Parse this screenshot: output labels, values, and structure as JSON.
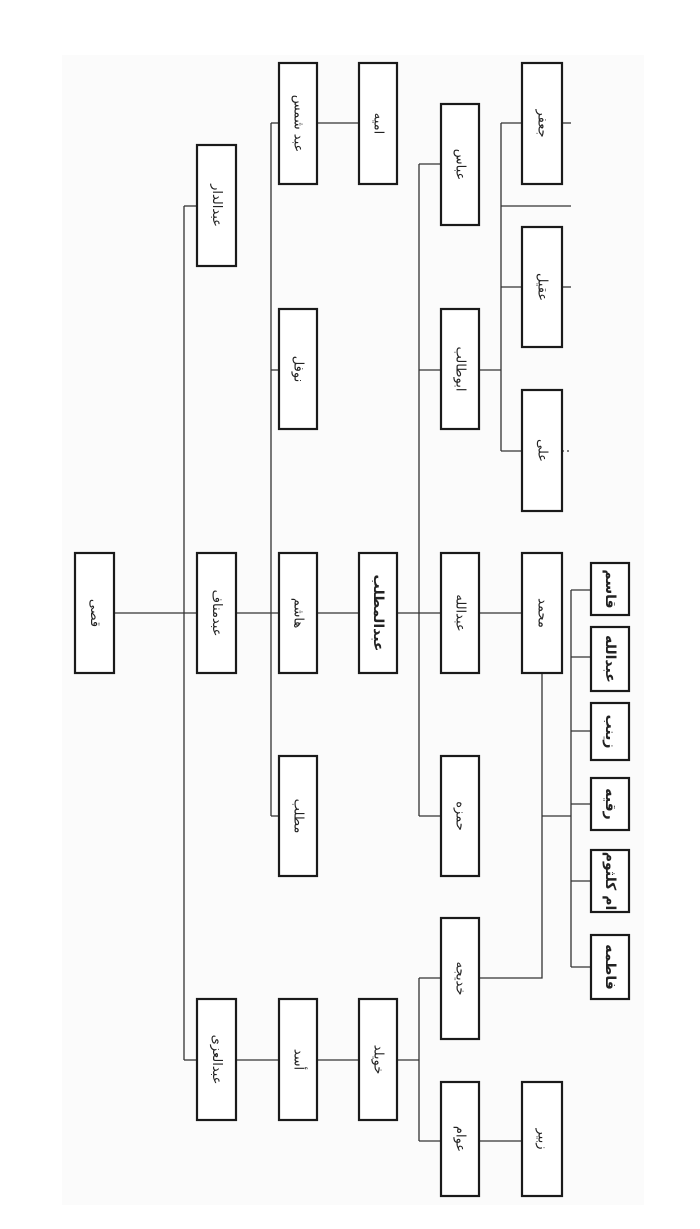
{
  "diagram": {
    "type": "family-tree",
    "nodes": [
      {
        "id": "qusay",
        "name": "قصی",
        "parent": null
      },
      {
        "id": "abdaldar",
        "name": "عبدالدار",
        "parent": "qusay"
      },
      {
        "id": "abdmanaf",
        "name": "عبدمناف",
        "parent": "qusay"
      },
      {
        "id": "abdaluzza",
        "name": "عبدالعزی",
        "parent": "qusay"
      },
      {
        "id": "abdshams",
        "name": "عبد شمس",
        "parent": "abdmanaf"
      },
      {
        "id": "nawfal",
        "name": "نوفل",
        "parent": "abdmanaf"
      },
      {
        "id": "hashim",
        "name": "هاشم",
        "parent": "abdmanaf"
      },
      {
        "id": "muttalib",
        "name": "مطلب",
        "parent": "abdmanaf"
      },
      {
        "id": "asad",
        "name": "أسد",
        "parent": "abdaluzza"
      },
      {
        "id": "umayya",
        "name": "امیه",
        "parent": "abdshams"
      },
      {
        "id": "abdalmuttalib",
        "name": "عبدالمطلب",
        "parent": "hashim"
      },
      {
        "id": "khuwaylid",
        "name": "خویلد",
        "parent": "asad"
      },
      {
        "id": "abbas",
        "name": "عباس",
        "parent": "abdalmuttalib"
      },
      {
        "id": "abutalib",
        "name": "ابوطالب",
        "parent": "abdalmuttalib"
      },
      {
        "id": "abdullah",
        "name": "عبدالله",
        "parent": "abdalmuttalib"
      },
      {
        "id": "hamza",
        "name": "حمزه",
        "parent": "abdalmuttalib"
      },
      {
        "id": "khadija",
        "name": "خدیجه",
        "parent": "khuwaylid"
      },
      {
        "id": "awwam",
        "name": "عوام",
        "parent": "khuwaylid"
      },
      {
        "id": "jafar",
        "name": "جعفر",
        "parent": "abutalib"
      },
      {
        "id": "aqil",
        "name": "عقیل",
        "parent": "abutalib"
      },
      {
        "id": "ali",
        "name": "علی",
        "parent": "abutalib"
      },
      {
        "id": "muhammad",
        "name": "محمد",
        "parent": "abdullah"
      },
      {
        "id": "zubayr",
        "name": "زبیر",
        "parent": "awwam"
      },
      {
        "id": "qasim",
        "name": "قاسم",
        "parent": "muhammad"
      },
      {
        "id": "abdullah2",
        "name": "عبدالله",
        "parent": "muhammad"
      },
      {
        "id": "zaynab",
        "name": "زینب",
        "parent": "muhammad"
      },
      {
        "id": "ruqayya",
        "name": "رقیه",
        "parent": "muhammad"
      },
      {
        "id": "ummkulthum",
        "name": "ام کلثوم",
        "parent": "muhammad"
      },
      {
        "id": "fatima",
        "name": "فاطمه",
        "parent": "muhammad"
      }
    ],
    "marriages": [
      {
        "a": "muhammad",
        "b": "khadija"
      }
    ]
  }
}
